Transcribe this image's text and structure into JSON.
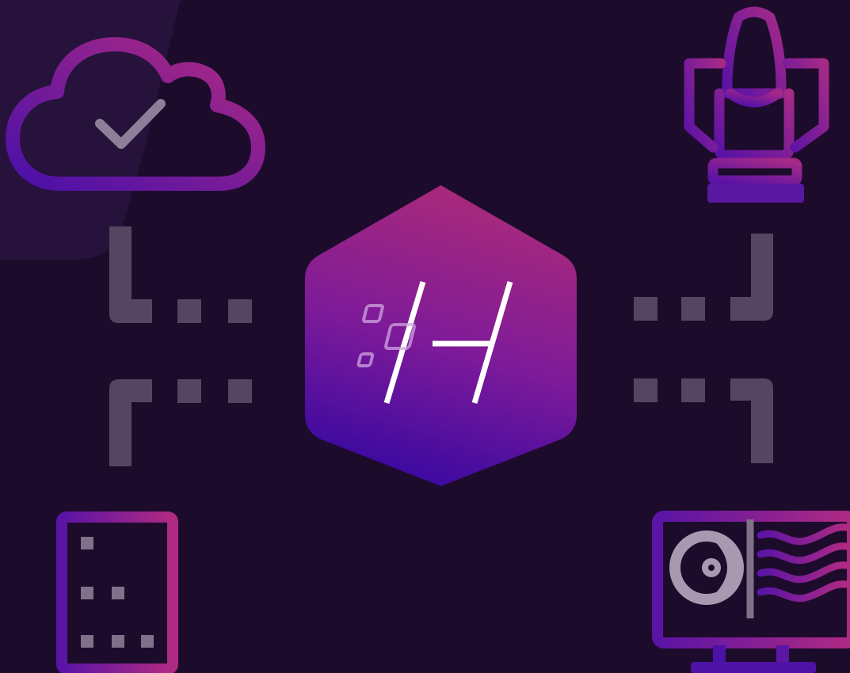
{
  "colors": {
    "background": "#1d0b2c",
    "background_panel": "#26123a",
    "gradient_magenta": "#a7297c",
    "gradient_purple": "#7c1a9a",
    "gradient_indigo": "#3f0aa0",
    "connector_gray": "#544660",
    "glyph_gray": "#8e7f99",
    "logo_white": "#ffffff"
  },
  "nodes": {
    "center": {
      "icon": "hexagon-logo-icon"
    },
    "top_left": {
      "icon": "cloud-check-icon"
    },
    "top_right": {
      "icon": "robot-arm-icon"
    },
    "bottom_left": {
      "icon": "server-rack-icon"
    },
    "bottom_right": {
      "icon": "monitor-scan-icon"
    }
  },
  "connectors": {
    "style": "dashed-elbow",
    "links": [
      "center-to-top-left",
      "center-to-top-right",
      "center-to-bottom-left",
      "center-to-bottom-right"
    ]
  }
}
